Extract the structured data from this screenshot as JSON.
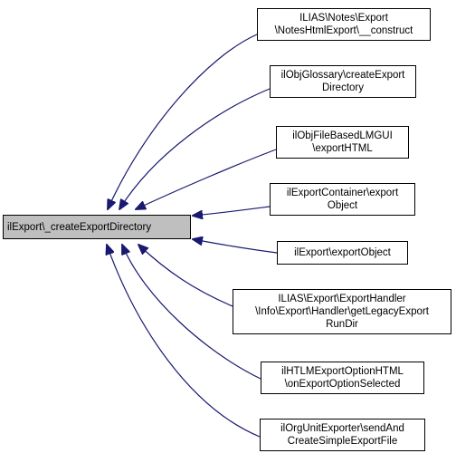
{
  "root": {
    "label": "ilExport\\_createExportDirectory"
  },
  "callers": [
    {
      "lines": [
        "ILIAS\\Notes\\Export",
        "\\NotesHtmlExport\\__construct"
      ]
    },
    {
      "lines": [
        "ilObjGlossary\\createExport",
        "Directory"
      ]
    },
    {
      "lines": [
        "ilObjFileBasedLMGUI",
        "\\exportHTML"
      ]
    },
    {
      "lines": [
        "ilExportContainer\\export",
        "Object"
      ]
    },
    {
      "lines": [
        "ilExport\\exportObject"
      ]
    },
    {
      "lines": [
        "ILIAS\\Export\\ExportHandler",
        "\\Info\\Export\\Handler\\getLegacyExport",
        "RunDir"
      ]
    },
    {
      "lines": [
        "ilHTLMExportOptionHTML",
        "\\onExportOptionSelected"
      ]
    },
    {
      "lines": [
        "ilOrgUnitExporter\\sendAnd",
        "CreateSimpleExportFile"
      ]
    }
  ],
  "colors": {
    "edge": "#191970",
    "root_fill": "#bfbfbf",
    "node_border": "#000000"
  }
}
